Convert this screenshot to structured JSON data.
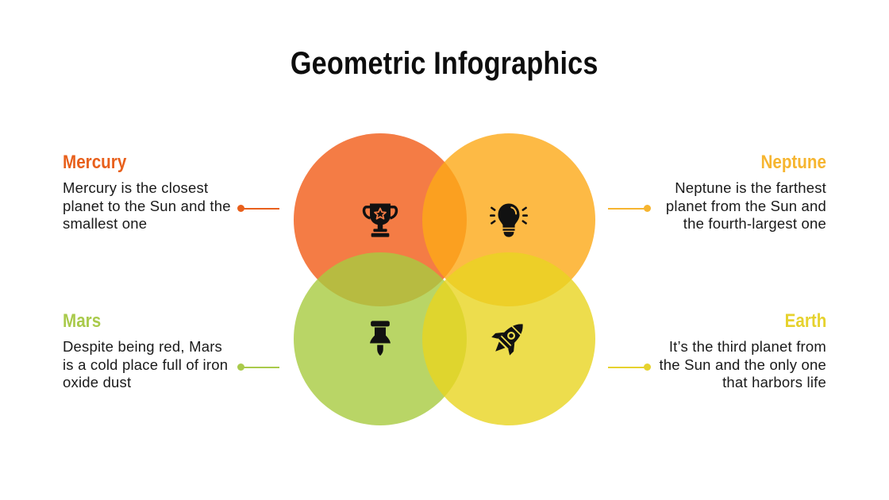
{
  "title": "Geometric Infographics",
  "circles": {
    "top_left": "#F15B16",
    "top_right": "#FCA916",
    "bottom_left": "#A8CA40",
    "bottom_right": "#E8D420"
  },
  "items": {
    "mercury": {
      "heading": "Mercury",
      "lines": [
        "Mercury is the closest",
        "planet to the Sun and the",
        "smallest one"
      ],
      "color": "#E8601C",
      "icon": "trophy-icon"
    },
    "neptune": {
      "heading": "Neptune",
      "lines": [
        "Neptune is the farthest",
        "planet from the Sun and",
        "the fourth-largest one"
      ],
      "color": "#F6B530",
      "icon": "lightbulb-icon"
    },
    "mars": {
      "heading": "Mars",
      "lines": [
        "Despite being red, Mars",
        "is a cold place full of iron",
        "oxide dust"
      ],
      "color": "#A9CA4B",
      "icon": "pushpin-icon"
    },
    "earth": {
      "heading": "Earth",
      "lines": [
        "It’s the third planet from",
        "the Sun and the only one",
        "that harbors life"
      ],
      "color": "#E6D22E",
      "icon": "rocket-icon"
    }
  }
}
